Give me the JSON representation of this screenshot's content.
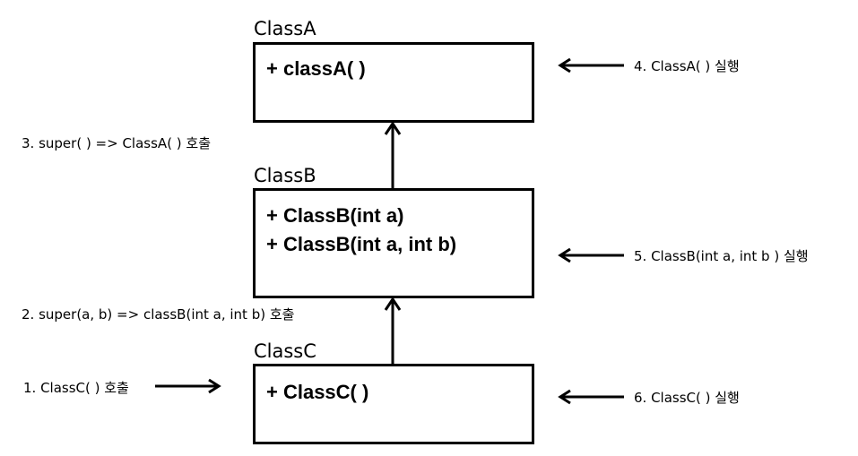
{
  "classA": {
    "name": "ClassA",
    "methods": [
      "+ classA( )"
    ]
  },
  "classB": {
    "name": "ClassB",
    "methods": [
      "+ ClassB(int a)",
      "+ ClassB(int a, int b)"
    ]
  },
  "classC": {
    "name": "ClassC",
    "methods": [
      "+ ClassC( )"
    ]
  },
  "steps": {
    "step1": "1. ClassC( ) 호출",
    "step2": "2. super(a, b) => classB(int a, int b) 호출",
    "step3": "3. super( ) => ClassA( ) 호출",
    "step4": "4. ClassA( ) 실행",
    "step5": "5. ClassB(int a, int b ) 실행",
    "step6": "6. ClassC( ) 실행"
  },
  "colors": {
    "stroke": "#000000",
    "background": "#ffffff"
  }
}
